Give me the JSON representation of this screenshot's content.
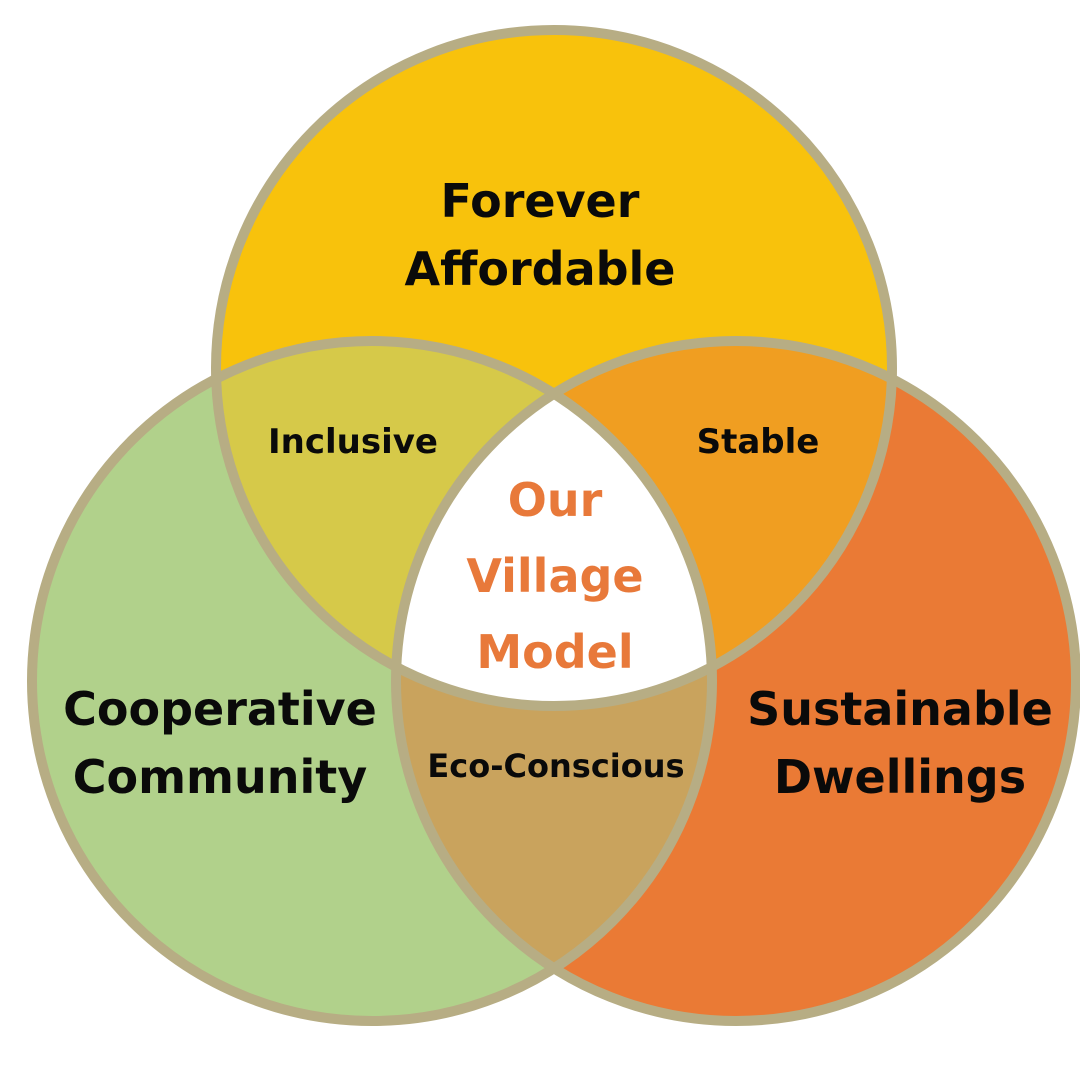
{
  "diagram": {
    "type": "venn",
    "circles": [
      {
        "id": "top",
        "label_lines": [
          "Forever",
          "Affordable"
        ],
        "color": "#f8c20c"
      },
      {
        "id": "left",
        "label_lines": [
          "Cooperative",
          "Community"
        ],
        "color": "#b1d18b"
      },
      {
        "id": "right",
        "label_lines": [
          "Sustainable",
          "Dwellings"
        ],
        "color": "#ea7a35"
      }
    ],
    "overlaps": {
      "top_left": {
        "label": "Inclusive",
        "color": "#d6c949"
      },
      "top_right": {
        "label": "Stable",
        "color": "#f09e21"
      },
      "left_right": {
        "label": "Eco-Conscious",
        "color": "#c9a35d"
      },
      "center": {
        "label_lines": [
          "Our",
          "Village",
          "Model"
        ],
        "color": "#ffffff",
        "text_color": "#e8793a"
      }
    },
    "stroke_color": "#b7ad84"
  }
}
